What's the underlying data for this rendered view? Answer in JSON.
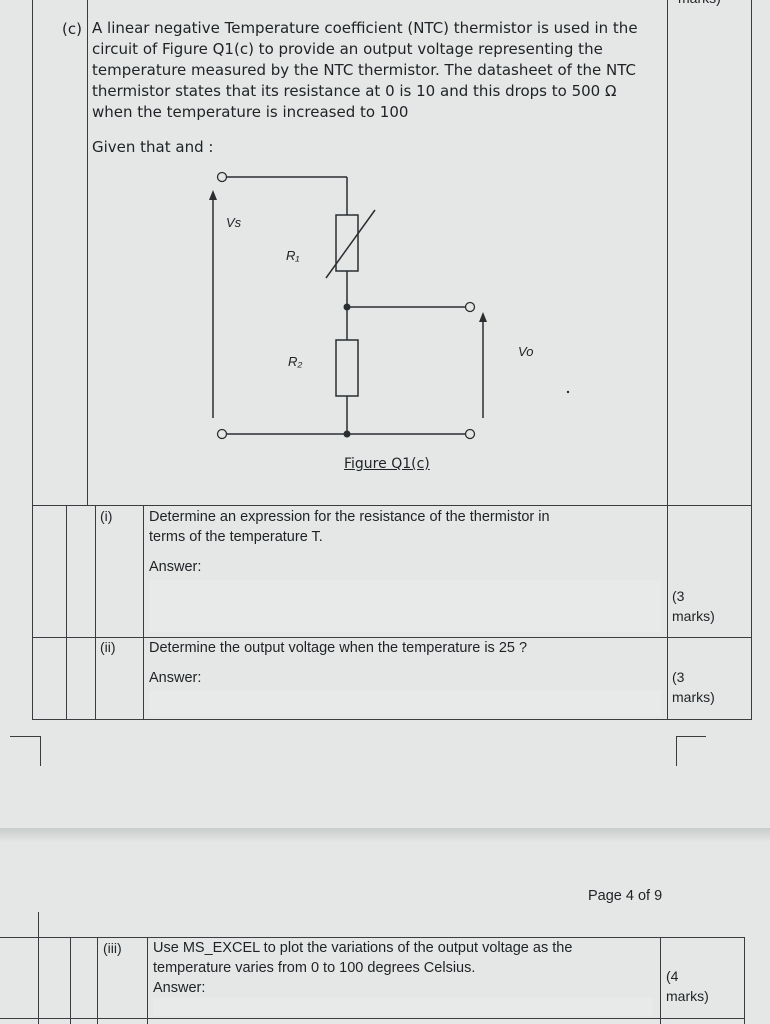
{
  "header": {
    "corner_text": "marks)"
  },
  "question_c": {
    "number": "(c)",
    "lines": [
      "A linear negative Temperature coefficient (NTC) thermistor is used in the",
      "circuit of Figure Q1(c) to provide an output voltage representing the",
      "temperature measured by the NTC thermistor. The datasheet of the NTC",
      "thermistor states that its resistance at 0  is 10 and this drops to 500 Ω",
      "when the temperature is increased to 100"
    ],
    "given": "Given that  and :"
  },
  "figure": {
    "labels": {
      "vs": "Vs",
      "r1": "R₁",
      "r2": "R₂",
      "vo": "Vo"
    },
    "caption": "Figure Q1(c)"
  },
  "subquestions": [
    {
      "number": "(i)",
      "lines": [
        "Determine an expression for the resistance of the thermistor in",
        "terms of the temperature T."
      ],
      "answer_label": "Answer:",
      "marks_top": "(3",
      "marks_bottom": "marks)"
    },
    {
      "number": "(ii)",
      "lines": [
        "Determine the output voltage when the temperature is 25 ?"
      ],
      "answer_label": "Answer:",
      "marks_top": "(3",
      "marks_bottom": "marks)"
    },
    {
      "number": "(iii)",
      "lines": [
        "Use MS_EXCEL to plot the variations of the output voltage as the",
        "temperature varies from 0 to 100 degrees Celsius."
      ],
      "answer_label": "Answer:",
      "marks_top": "(4",
      "marks_bottom": "marks)"
    }
  ],
  "footer": {
    "page_label": "Page 4 of 9"
  },
  "colors": {
    "paper": "#e4e7e5",
    "ink": "#1f2226",
    "rule": "#3a3d40"
  }
}
